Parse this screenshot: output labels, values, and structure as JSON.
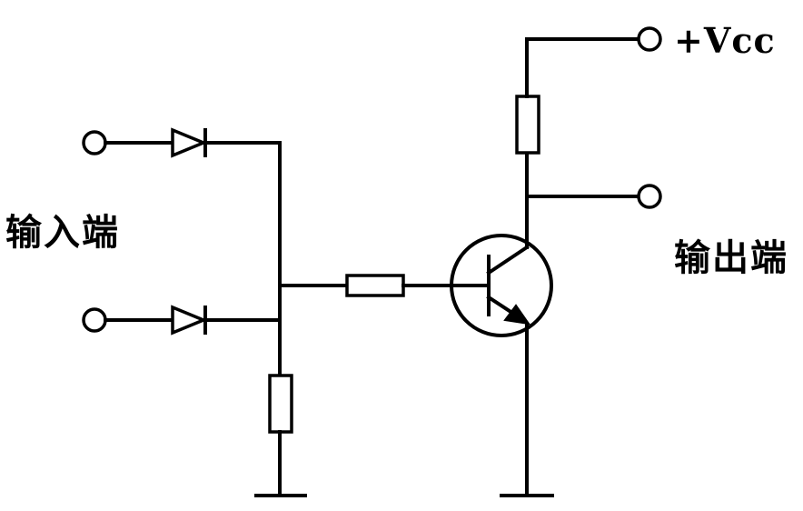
{
  "labels": {
    "input": "输入端",
    "output": "输出端",
    "supply": "+Vcc"
  },
  "colors": {
    "line": "#000000",
    "background": "#ffffff"
  }
}
